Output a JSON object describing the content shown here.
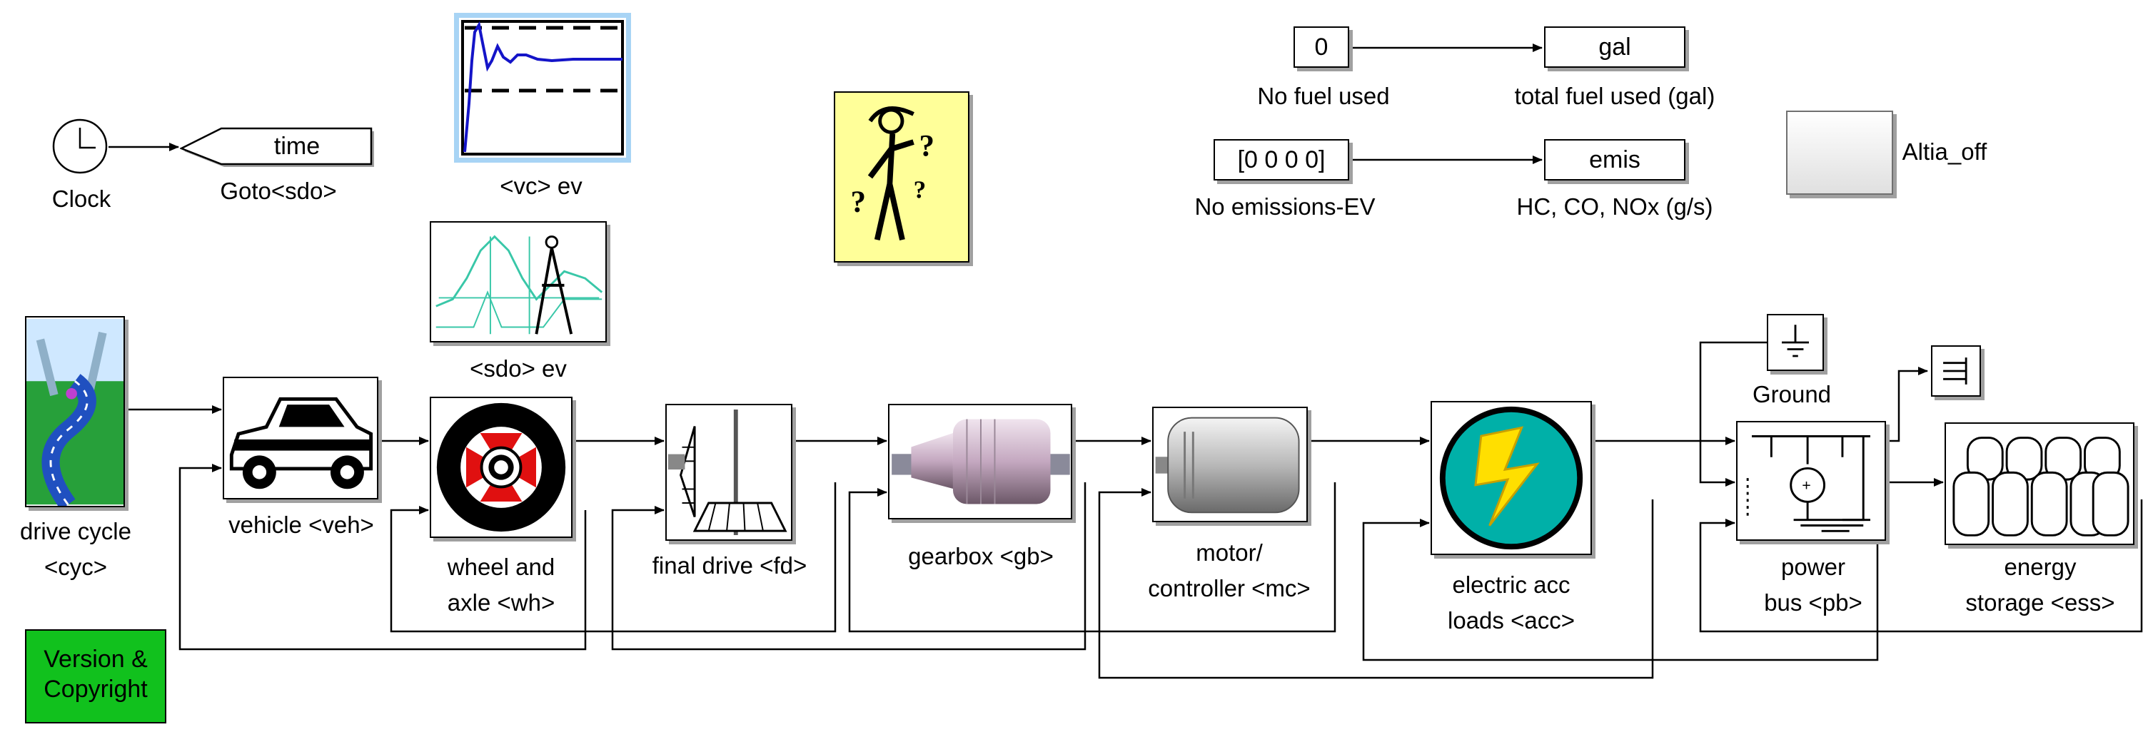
{
  "diagram": {
    "blocks": {
      "clock": "Clock",
      "goto": "Goto<sdo>",
      "goto_tag": "time",
      "vc_scope": "<vc> ev",
      "sdo_scope": "<sdo> ev",
      "const_fuel_value": "0",
      "const_fuel": "No fuel used",
      "gal_value": "gal",
      "gal": "total fuel used (gal)",
      "const_emis_value": "[0 0 0 0]",
      "const_emis": "No emissions-EV",
      "emis_value": "emis",
      "emis": "HC, CO, NOx (g/s)",
      "altia": "Altia_off",
      "drive_cycle": [
        "drive cycle",
        "<cyc>"
      ],
      "vehicle": "vehicle <veh>",
      "wheel": [
        "wheel and",
        "axle <wh>"
      ],
      "final_drive": "final drive <fd>",
      "gearbox": "gearbox <gb>",
      "motor": [
        "motor/",
        "controller <mc>"
      ],
      "elec_acc": [
        "electric acc",
        "loads <acc>"
      ],
      "ground": "Ground",
      "power_bus": [
        "power",
        "bus <pb>"
      ],
      "energy_storage": [
        "energy",
        "storage <ess>"
      ],
      "version": [
        "Version &",
        "Copyright"
      ]
    },
    "colors": {
      "version_bg": "#11c11d",
      "help_bg": "#ffff99",
      "scope_line": "#1414c8",
      "acc_circle": "#00b0a8",
      "bolt": "#ffdf00",
      "wheel_red": "#e01010",
      "scope_border": "#a8d4f5"
    },
    "icons": [
      "clock-icon",
      "scope-icon",
      "help-figure-icon",
      "car-icon",
      "wheel-icon",
      "final-drive-icon",
      "gearbox-icon",
      "motor-icon",
      "lightning-icon",
      "ground-icon",
      "terminator-icon",
      "circuit-icon",
      "battery-icon",
      "road-icon"
    ]
  }
}
